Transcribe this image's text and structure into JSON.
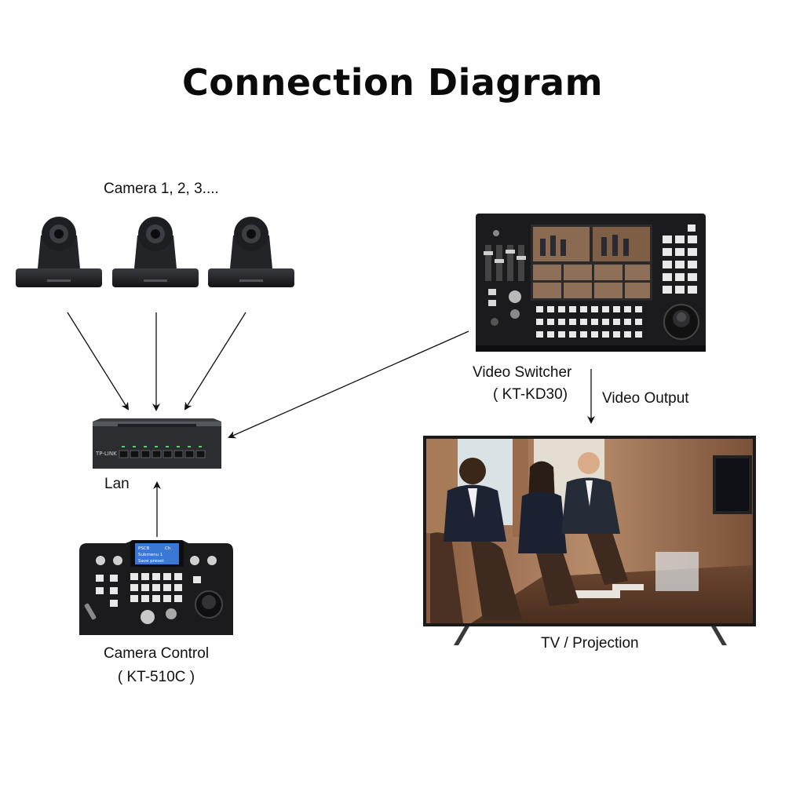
{
  "diagram": {
    "title": "Connection Diagram",
    "labels": {
      "cameras": "Camera 1, 2, 3....",
      "switcher_name": "Video Switcher",
      "switcher_model": "( KT-KD30)",
      "video_output": "Video Output",
      "lan": "Lan",
      "tv": "TV / Projection",
      "controller_name": "Camera Control",
      "controller_model": "( KT-510C )"
    },
    "switch_brand": "TP-LINK",
    "controller_screen": [
      "PSCB",
      "Submenu 1",
      "Save preset"
    ],
    "controller_screen_right": "Ch",
    "colors": {
      "device_body": "#1b1b1d",
      "switch_body": "#2b2d31",
      "screen_blue": "#3a78d6",
      "arrow": "#111111",
      "tv_frame": "#1a1a1a"
    },
    "icons": [
      "camera-icon",
      "switch-icon",
      "video-switcher-icon",
      "camera-controller-icon",
      "tv-icon",
      "arrow-icon"
    ]
  }
}
